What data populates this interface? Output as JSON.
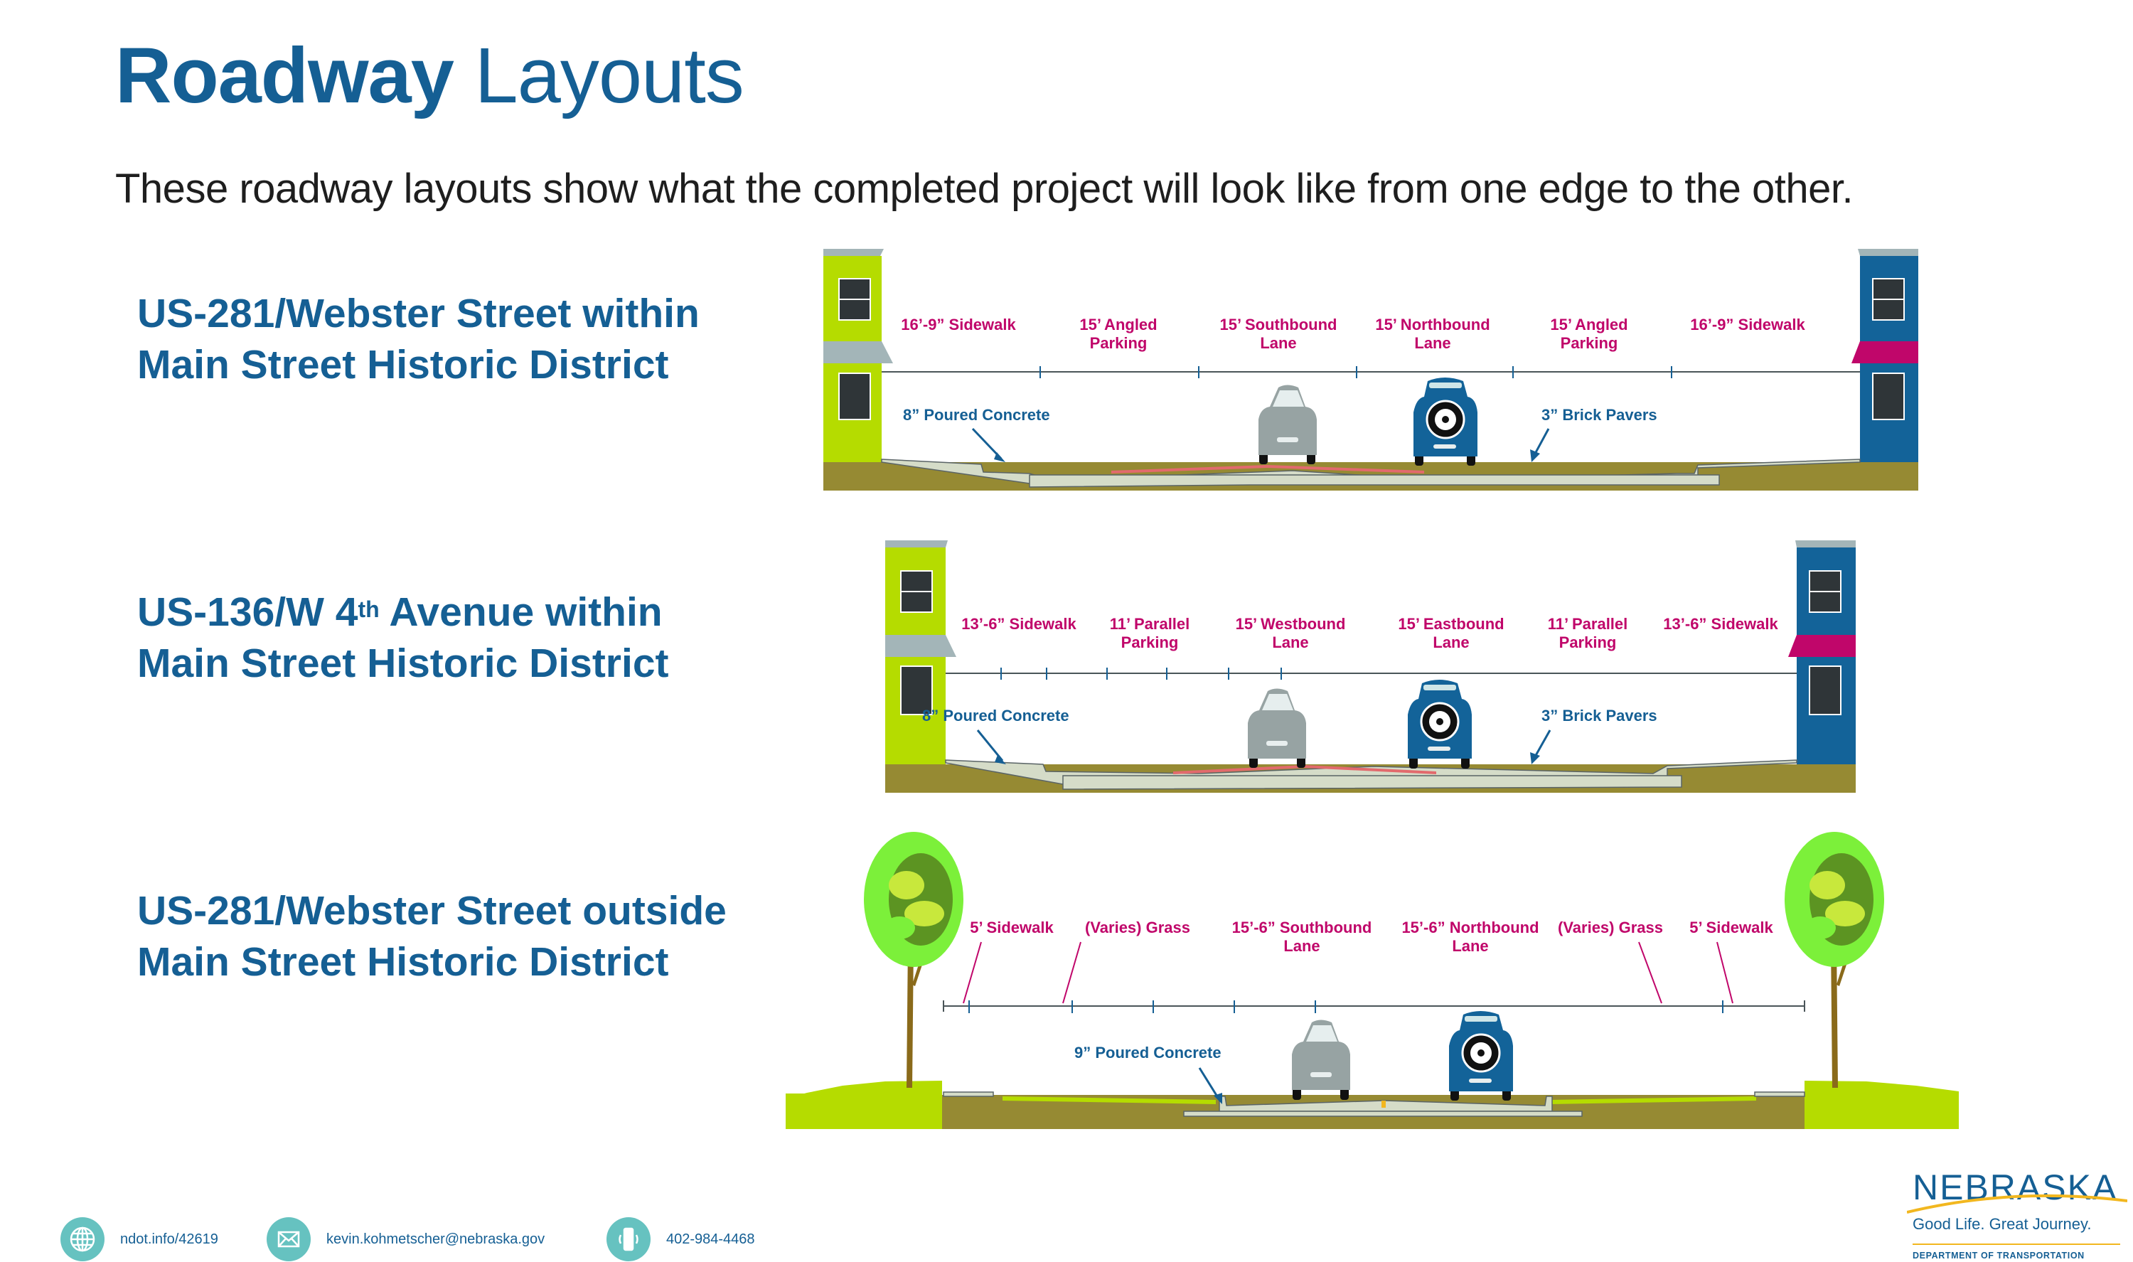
{
  "header": {
    "title_bold": "Roadway",
    "title_light": "Layouts",
    "subtitle": "These roadway layouts show what the completed project will look like from one edge to the other."
  },
  "colors": {
    "brand_blue": "#155f94",
    "label_magenta": "#c0066a",
    "building_green": "#b5dc00",
    "building_blue": "#136399",
    "awning_gray": "#a3b5b8",
    "awning_magenta": "#c0066a",
    "soil": "#968a33",
    "concrete": "#d5dcc8",
    "brick_pavers": "#e26a6d",
    "grass": "#b5dc00",
    "footer_icon_teal": "#66c2c0",
    "logo_gold": "#f2b71f"
  },
  "sections": [
    {
      "title_line1": "US-281/Webster Street within",
      "title_line2": "Main Street Historic District",
      "edge_style": "buildings",
      "segments": [
        {
          "line1": "16’-9” Sidewalk",
          "line2": ""
        },
        {
          "line1": "15’ Angled",
          "line2": "Parking"
        },
        {
          "line1": "15’ Southbound",
          "line2": "Lane"
        },
        {
          "line1": "15’ Northbound",
          "line2": "Lane"
        },
        {
          "line1": "15’ Angled",
          "line2": "Parking"
        },
        {
          "line1": "16’-9” Sidewalk",
          "line2": ""
        }
      ],
      "materials": [
        "8” Poured Concrete",
        "3” Brick Pavers"
      ]
    },
    {
      "title_pre": "US-136/W 4",
      "title_sup": "th",
      "title_post": " Avenue within",
      "title_line2": "Main Street Historic District",
      "edge_style": "buildings",
      "segments": [
        {
          "line1": "13’-6” Sidewalk",
          "line2": ""
        },
        {
          "line1": "11’ Parallel",
          "line2": "Parking"
        },
        {
          "line1": "15’ Westbound",
          "line2": "Lane"
        },
        {
          "line1": "15’ Eastbound",
          "line2": "Lane"
        },
        {
          "line1": "11’ Parallel",
          "line2": "Parking"
        },
        {
          "line1": "13’-6” Sidewalk",
          "line2": ""
        }
      ],
      "materials": [
        "8” Poured Concrete",
        "3” Brick Pavers"
      ]
    },
    {
      "title_line1": "US-281/Webster Street outside",
      "title_line2": "Main Street Historic District",
      "edge_style": "trees",
      "segments": [
        {
          "line1": "5’ Sidewalk",
          "line2": ""
        },
        {
          "line1": "(Varies) Grass",
          "line2": ""
        },
        {
          "line1": "15’-6” Southbound",
          "line2": "Lane"
        },
        {
          "line1": "15’-6” Northbound",
          "line2": "Lane"
        },
        {
          "line1": "(Varies) Grass",
          "line2": ""
        },
        {
          "line1": "5’ Sidewalk",
          "line2": ""
        }
      ],
      "materials": [
        "9” Poured Concrete"
      ]
    }
  ],
  "footer": {
    "items": [
      {
        "icon": "globe-icon",
        "text": "ndot.info/42619"
      },
      {
        "icon": "envelope-icon",
        "text": "kevin.kohmetscher@nebraska.gov"
      },
      {
        "icon": "phone-icon",
        "text": "402-984-4468"
      }
    ]
  },
  "logo": {
    "wordmark": "NEBRASKA",
    "tagline": "Good Life. Great Journey.",
    "department": "DEPARTMENT OF TRANSPORTATION"
  }
}
